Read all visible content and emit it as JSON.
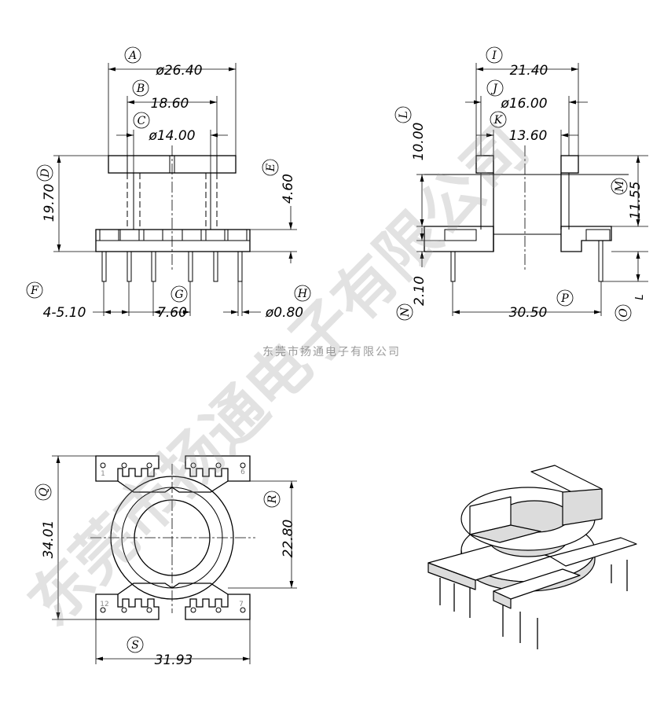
{
  "company_caption": "东莞市扬通电子有限公司",
  "watermark": "东莞市扬通电子有限公司",
  "front_view": {
    "letters": {
      "A": "A",
      "B": "B",
      "C": "C",
      "D": "D",
      "E": "E",
      "F": "F",
      "G": "G",
      "H": "H"
    },
    "dims": {
      "A": "ø26.40",
      "B": "18.60",
      "C": "ø14.00",
      "D": "19.70",
      "E": "4.60",
      "F": "4-5.10",
      "G": "7.60",
      "H": "ø0.80"
    }
  },
  "side_view": {
    "letters": {
      "I": "I",
      "J": "J",
      "K": "K",
      "L": "L",
      "M": "M",
      "N": "N",
      "O": "O",
      "P": "P"
    },
    "dims": {
      "I": "21.40",
      "J": "ø16.00",
      "K": "13.60",
      "L": "10.00",
      "M": "11.55",
      "N": "2.10",
      "O": "L",
      "P": "30.50"
    }
  },
  "bottom_view": {
    "letters": {
      "Q": "Q",
      "R": "R",
      "S": "S"
    },
    "dims": {
      "Q": "34.01",
      "R": "22.80",
      "S": "31.93"
    },
    "pin_labels": {
      "p1": "1",
      "p6": "6",
      "p12": "12",
      "p7": "7"
    }
  }
}
